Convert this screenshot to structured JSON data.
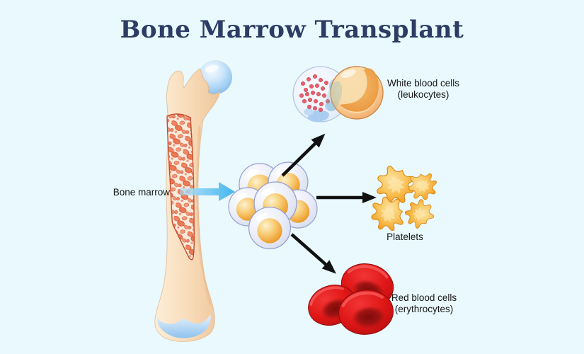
{
  "title": "Bone Marrow Transplant",
  "labels": {
    "bone_marrow": "Bone marrow",
    "wbc_line1": "White blood cells",
    "wbc_line2": "(leukocytes)",
    "platelets": "Platelets",
    "rbc_line1": "Red blood cells",
    "rbc_line2": "(erythrocytes)"
  },
  "colors": {
    "background": "#e9f9fe",
    "title_text": "#2c3c64",
    "label_text": "#151515",
    "bone": "#f8dcba",
    "bone_marrow_fill": "#ea7a55",
    "cartilage_blue": "#9fccf0",
    "stem_cell_body": "#e6e9f7",
    "stem_cell_nucleus": "#f0a63a",
    "platelet_orange": "#f6ad2e",
    "red_blood_cell": "#e01717",
    "wbc_blue_cell": "#dbe9f8",
    "wbc_orange_cell": "#f3b376",
    "wbc_granules": "#e75f6d",
    "flow_arrow_black": "#111111",
    "marrow_arrow_blue": "#45b5ec"
  }
}
